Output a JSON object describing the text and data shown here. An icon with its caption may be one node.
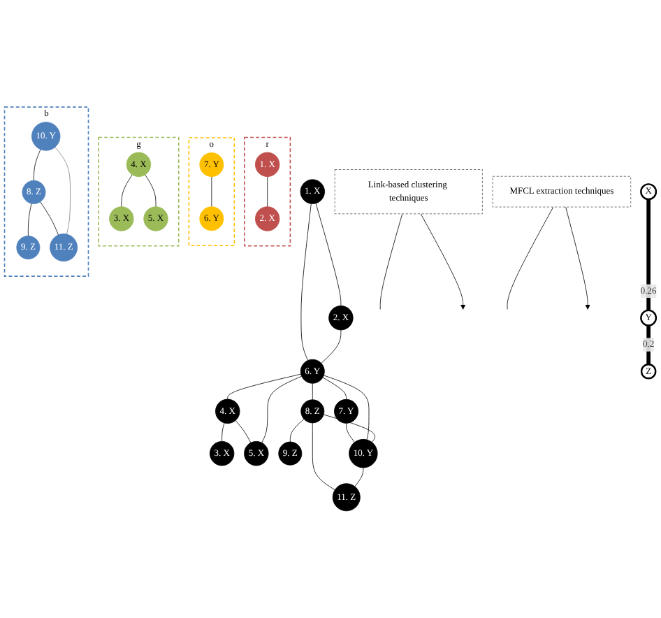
{
  "diagram": {
    "nodes": [
      {
        "text": [
          "1. X"
        ]
      },
      {
        "text": [
          "2. X"
        ]
      },
      {
        "text": [
          "3. X"
        ]
      },
      {
        "text": [
          "4. X"
        ]
      },
      {
        "text": [
          "5. X"
        ]
      },
      {
        "text": [
          "6. Y"
        ]
      },
      {
        "text": [
          "7. Y"
        ]
      },
      {
        "text": [
          "8. Z"
        ]
      },
      {
        "text": [
          "9. Z"
        ]
      },
      {
        "text": [
          "10. Y"
        ]
      },
      {
        "text": [
          "11. Z"
        ]
      },
      {
        "text": [
          "Link-based clustering techniques"
        ]
      },
      {
        "text": [
          "MFCL extraction techniques"
        ]
      },
      {
        "text": [
          "r"
        ]
      },
      {
        "text": [
          "1. X"
        ],
        "in": 13
      },
      {
        "text": [
          "2. X"
        ],
        "in": 13
      },
      {
        "text": [
          "o"
        ]
      },
      {
        "text": [
          "7. Y"
        ],
        "in": 16
      },
      {
        "text": [
          "6. Y"
        ],
        "in": 16
      },
      {
        "text": [
          "g"
        ]
      },
      {
        "text": [
          "4. X"
        ],
        "in": 19
      },
      {
        "text": [
          "3. X"
        ],
        "in": 19
      },
      {
        "text": [
          "5. X"
        ],
        "in": 19
      },
      {
        "text": [
          "b"
        ]
      },
      {
        "text": [
          "10. Y"
        ],
        "in": 23
      },
      {
        "text": [
          "8. Z"
        ],
        "in": 23
      },
      {
        "text": [
          "9. Z"
        ],
        "in": 23
      },
      {
        "text": [
          "11. Z"
        ],
        "in": 23
      },
      {
        "text": [
          "X"
        ]
      },
      {
        "text": [
          "Y"
        ]
      },
      {
        "text": [
          "Z"
        ]
      }
    ],
    "edges": [
      {
        "from": 0,
        "to": 1,
        "arrow": "none"
      },
      {
        "from": 0,
        "to": 5,
        "arrow": "none"
      },
      {
        "from": 1,
        "to": 5,
        "arrow": "none"
      },
      {
        "from": 5,
        "to": 6,
        "arrow": "none"
      },
      {
        "from": 6,
        "to": 9,
        "arrow": "none"
      },
      {
        "from": 5,
        "to": 9,
        "arrow": "none"
      },
      {
        "from": 5,
        "to": 3,
        "arrow": "none"
      },
      {
        "from": 3,
        "to": 2,
        "arrow": "none"
      },
      {
        "from": 3,
        "to": 4,
        "arrow": "none"
      },
      {
        "from": 5,
        "to": 4,
        "arrow": "none"
      },
      {
        "from": 5,
        "to": 7,
        "arrow": "none"
      },
      {
        "from": 7,
        "to": 9,
        "arrow": "none"
      },
      {
        "from": 7,
        "to": 8,
        "arrow": "none"
      },
      {
        "from": 7,
        "to": 10,
        "arrow": "none"
      },
      {
        "from": 9,
        "to": 10,
        "arrow": "none"
      },
      {
        "from": 11,
        "to": null,
        "arrow": "none"
      },
      {
        "from": 12,
        "to": null,
        "arrow": "none"
      },
      {
        "from": 11,
        "to": null,
        "arrow": "to"
      },
      {
        "from": 12,
        "to": null,
        "arrow": "to"
      },
      {
        "from": 14,
        "to": 15,
        "arrow": "none"
      },
      {
        "from": 17,
        "to": 18,
        "arrow": "none"
      },
      {
        "from": 20,
        "to": 21,
        "arrow": "none"
      },
      {
        "from": 20,
        "to": 22,
        "arrow": "none"
      },
      {
        "from": 24,
        "to": 25,
        "arrow": "none"
      },
      {
        "from": 25,
        "to": 26,
        "arrow": "none"
      },
      {
        "from": 25,
        "to": 27,
        "arrow": "none"
      },
      {
        "from": 24,
        "to": 27,
        "arrow": "none",
        "color": "#808080"
      },
      {
        "from": 28,
        "to": 29,
        "arrow": "none",
        "label": "0.26",
        "style": "thick"
      },
      {
        "from": 29,
        "to": 30,
        "arrow": "none",
        "label": "0.2",
        "style": "thick"
      }
    ]
  }
}
